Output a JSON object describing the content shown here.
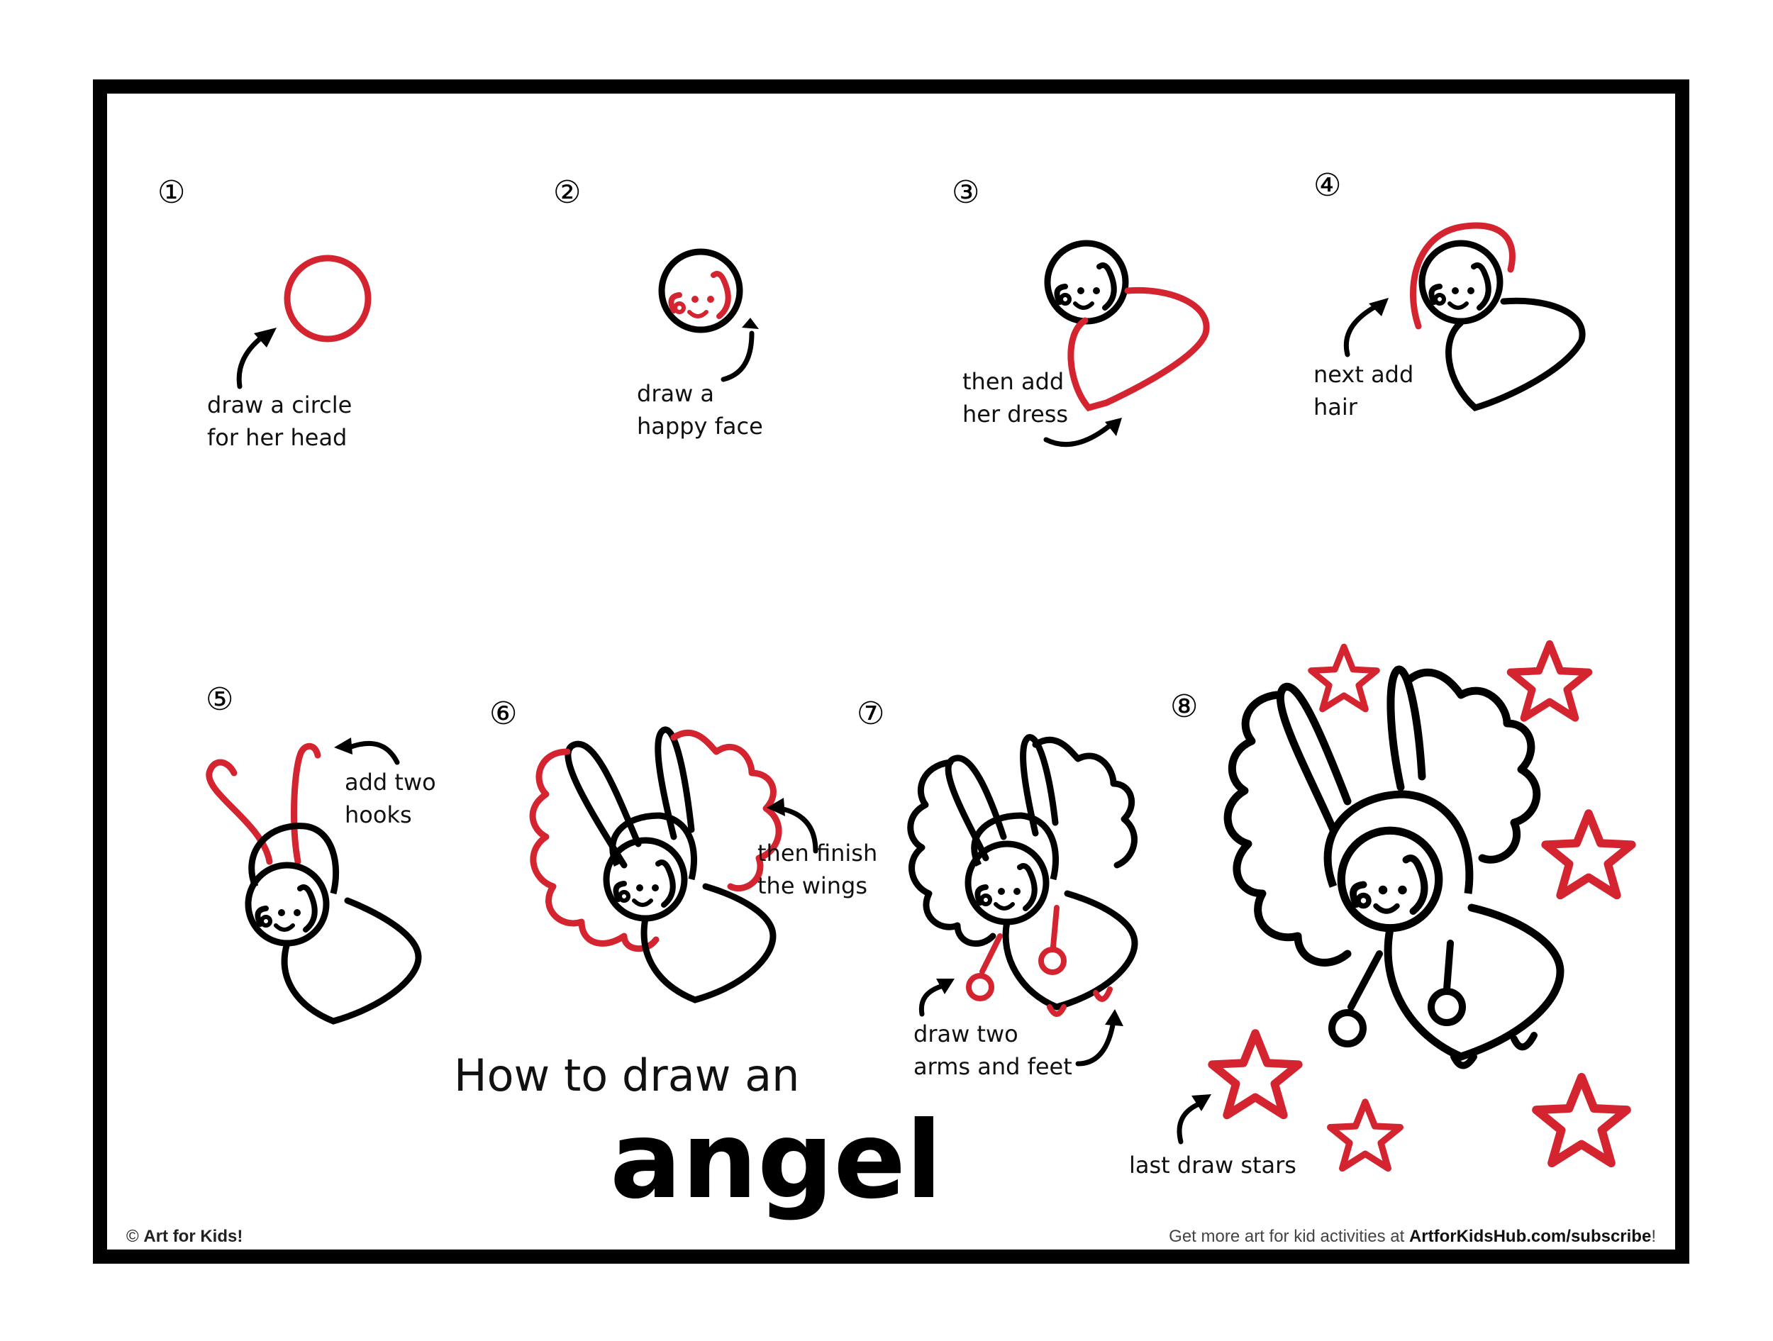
{
  "title": {
    "line1": "How to draw an",
    "line2": "angel"
  },
  "steps": [
    {
      "number": "①",
      "lines": [
        "draw a circle",
        "for her head"
      ]
    },
    {
      "number": "②",
      "lines": [
        "draw a",
        "happy face"
      ]
    },
    {
      "number": "③",
      "lines": [
        "then add",
        "her dress"
      ]
    },
    {
      "number": "④",
      "lines": [
        "next add",
        "hair"
      ]
    },
    {
      "number": "⑤",
      "lines": [
        "add two",
        "hooks"
      ]
    },
    {
      "number": "⑥",
      "lines": [
        "then finish",
        "the wings"
      ]
    },
    {
      "number": "⑦",
      "lines": [
        "draw two",
        "arms and feet"
      ]
    },
    {
      "number": "⑧",
      "lines": [
        "last draw stars"
      ]
    }
  ],
  "credit": {
    "symbol": "©",
    "text": "Art for Kids!"
  },
  "footer": {
    "prefix": "Get more art for kid activities at",
    "link": "ArtforKidsHub.com/subscribe",
    "suffix": "!"
  },
  "colors": {
    "new_stroke": "#d3242f",
    "existing_stroke": "#000000",
    "frame": "#000000"
  }
}
